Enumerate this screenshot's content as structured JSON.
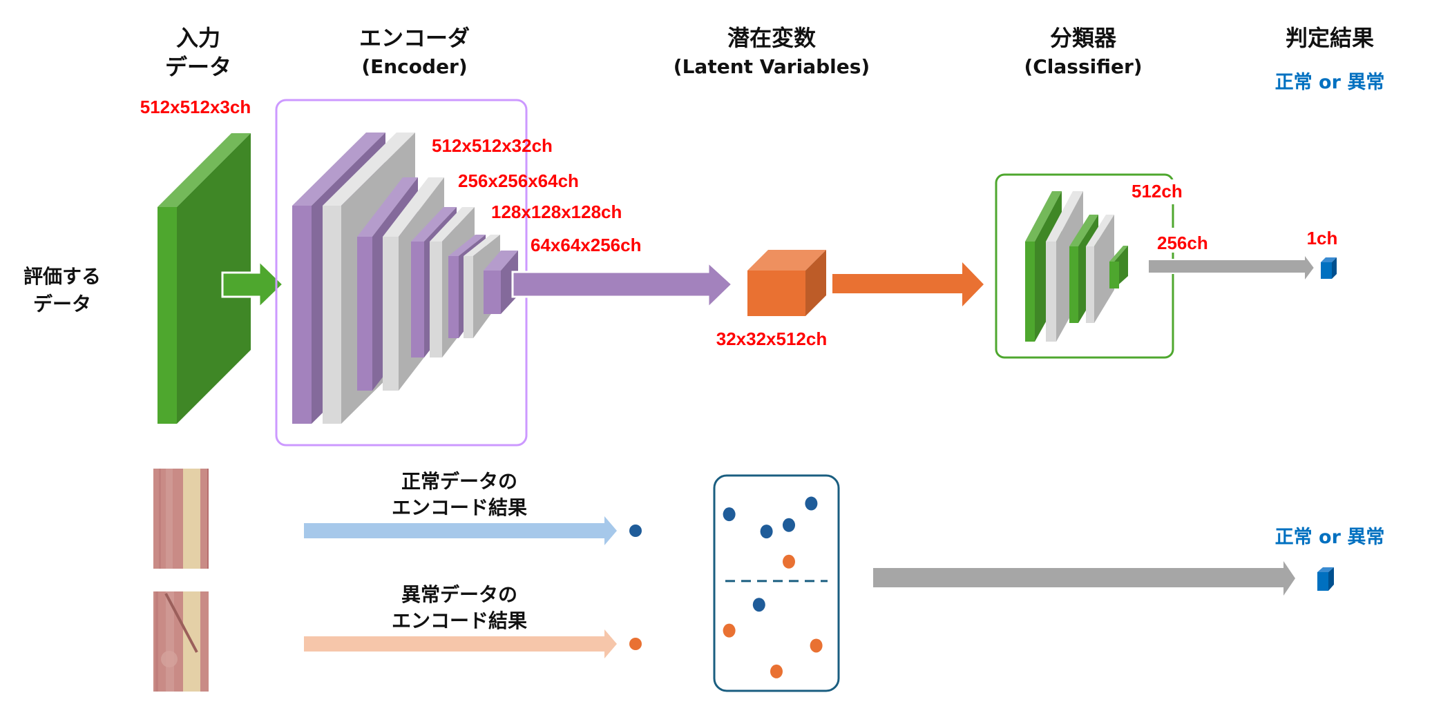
{
  "headers": {
    "input": {
      "line1": "入力",
      "line2": "データ"
    },
    "encoder": {
      "line1": "エンコーダ",
      "line2": "(Encoder)"
    },
    "latent": {
      "line1": "潜在変数",
      "line2": "(Latent Variables)"
    },
    "classifier": {
      "line1": "分類器",
      "line2": "(Classifier)"
    },
    "result": {
      "line1": "判定結果"
    }
  },
  "result_label_top": "正常 or 異常",
  "result_label_bottom": "正常 or 異常",
  "eval_data_label": {
    "line1": "評価する",
    "line2": "データ"
  },
  "dimensions": {
    "input": "512x512x3ch",
    "enc1": "512x512x32ch",
    "enc2": "256x256x64ch",
    "enc3": "128x128x128ch",
    "enc4": "64x64x256ch",
    "latent": "32x32x512ch",
    "cls1": "512ch",
    "cls2": "256ch",
    "output": "1ch"
  },
  "encode_results": {
    "normal": {
      "line1": "正常データの",
      "line2": "エンコード結果"
    },
    "abnormal": {
      "line1": "異常データの",
      "line2": "エンコード結果"
    }
  },
  "colors": {
    "input_green": "#4ea72e",
    "encoder_purple": "#a382bd",
    "encoder_box": "#cc99ff",
    "latent_orange": "#e97132",
    "classifier_box": "#4ea72e",
    "output_blue": "#0070c0",
    "result_text": "#0070c0",
    "dim_text": "#ff0000",
    "normal_dot": "#1f5c99",
    "abnormal_dot": "#e97132",
    "latent_box": "#1a5e80",
    "normal_arrow": "#a6c8ea",
    "abnormal_arrow": "#f6c6aa",
    "gray_arrow": "#a6a6a6"
  },
  "latent_space_points": {
    "normal": [
      [
        0.12,
        0.18
      ],
      [
        0.78,
        0.13
      ],
      [
        0.42,
        0.26
      ],
      [
        0.6,
        0.23
      ],
      [
        0.36,
        0.6
      ]
    ],
    "abnormal": [
      [
        0.6,
        0.4
      ],
      [
        0.12,
        0.72
      ],
      [
        0.82,
        0.79
      ],
      [
        0.5,
        0.91
      ]
    ],
    "boundary_fraction": 0.49
  }
}
